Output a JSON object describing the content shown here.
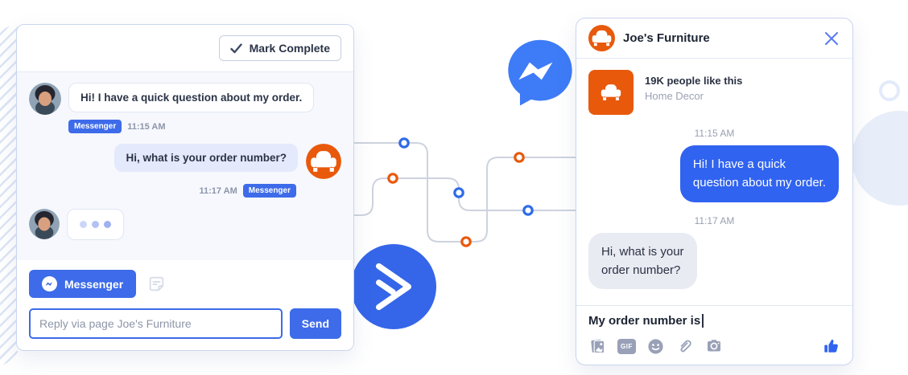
{
  "colors": {
    "accent_blue": "#3d6be9",
    "messenger_blue": "#3e7bf7",
    "activecampaign_blue": "#3566e9",
    "brand_orange": "#e8590c",
    "bubble_blue": "#3063f0",
    "chat_bg": "#f6f8fd"
  },
  "helpdesk": {
    "mark_complete_label": "Mark Complete",
    "messages": [
      {
        "direction": "incoming",
        "text": "Hi! I have a quick question about my order.",
        "channel": "Messenger",
        "time": "11:15 AM"
      },
      {
        "direction": "outgoing",
        "text": "Hi, what is your order number?",
        "channel": "Messenger",
        "time": "11:17 AM"
      },
      {
        "direction": "incoming",
        "typing": true
      }
    ],
    "channel_button_label": "Messenger",
    "reply_placeholder": "Reply via page Joe's Furniture",
    "send_label": "Send"
  },
  "messenger_window": {
    "title": "Joe's Furniture",
    "page": {
      "likes": "19K people like this",
      "category": "Home Decor"
    },
    "messages": [
      {
        "direction": "outgoing",
        "time": "11:15 AM",
        "lines": [
          "Hi! I have a quick",
          "question about my order."
        ]
      },
      {
        "direction": "incoming",
        "time": "11:17 AM",
        "lines": [
          "Hi, what is your",
          "order number?"
        ]
      }
    ],
    "composer": {
      "value": "My order number is"
    },
    "gif_label": "GIF",
    "toolbar_icons": [
      "photo-icon",
      "gif-icon",
      "emoji-icon",
      "attachment-icon",
      "camera-icon",
      "thumbs-up-icon"
    ]
  }
}
